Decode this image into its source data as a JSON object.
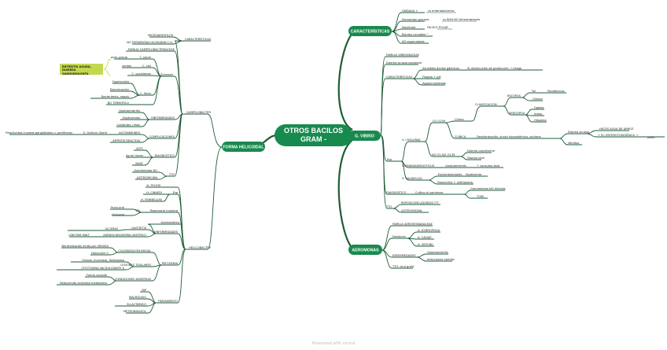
{
  "center": "OTROS BACILOS GRAM -",
  "branches": {
    "forma_helicoidal": "FORMA HELICOIDAL",
    "caracteristicas": "CARACTERÍSTICAS",
    "g_vibrio": "G. VIBRIO",
    "aeromonas": "AEROMONAS"
  },
  "note": "ENTERITIS AGUDA, DIARREA SANGUINOLENTA",
  "footer": "Presented with xmind",
  "labels": {
    "car_oxidasa": "OXIDASA +",
    "car_oxidasa_2": "vs enterobacterias",
    "car_fermentan": "Fermentan glucosa",
    "car_fermentan_2": "vs BGN NO fermentadores",
    "car_movilidad": "Movilidad",
    "car_movilidad_2": "FACELO POLAR",
    "car_bacilos": "Bacilos curvados \"",
    "car_no_esp": "NO esporulados",
    "vib_familia": "FAMILIA VIBRIONACEAE",
    "vib_diarrea": "Diarrea acuosa explosiva",
    "vib_caract": "CARACTERÍSTICAS",
    "vib_sensibles": "Sensibles ácidos gástricos",
    "vib_disminucion": "Si disminución de producción → riesgo",
    "vib_flagelo": "Flagelo + pili",
    "vib_agua": "Agua/crustáceos",
    "vib_biotipos": "BIOTIPOS",
    "vib_toxi": "Toi",
    "vib_pandemicos": "Pandémicos",
    "vib_clasico": "Clásico",
    "vib_clasificacion": "CLASIFICACIÓN",
    "vib_ogawa": "Ogawa",
    "vib_serotipos": "SEROTIPOS",
    "vib_inaba": "Inaba",
    "vib_hikojima": "Hikojima",
    "vib_o1": "O1 O139",
    "vib_colera": "Cólera",
    "vib_cholerae": "V. CHOLERAE",
    "vib_clinica": "CLÍNICA",
    "vib_deshid": "Deshidratación, shock hipovolémico, acidosis",
    "vib_diarrea_arroz": "Diarrea acuosa",
    "vib_heces": "HECES AGUA DE ARROZ",
    "vib_ecenterotox": "+ EC ENTEROTOXIGÉNICA →",
    "vib_amps": "AMPs",
    "vib_vomitos": "Vómitos",
    "vib_no_o1": "NO O1 NO O139",
    "vib_diarrea_coleriforme": "Diarrea coleriforme",
    "vib_diarrea_leve": "Diarrea leve",
    "vib_esp": "Esp",
    "vib_parahaem": "V. PARAHAEMOLYTICUS",
    "vib_gastroent": "Gastroenteritis",
    "vib_mariscos": "↑ consumo Asia",
    "vib_vulnificus": "V. VULNIFICUS",
    "vib_extraint": "Extraintestinales",
    "vib_septicemia": "Septicemia",
    "vib_doxi": "Doxiciclina + ceftriaxona",
    "vib_diagnostico": "DIAGNÓSTICO",
    "vib_cultivo": "Cultivo al comienzo",
    "vib_carmeleiras": "Cárrmeleiras NO diluidas",
    "vib_tcbs": "TCBS",
    "vib_tto": "TTO",
    "vib_reposicion": "REPOSICIÓN LÍQUIDOS ???",
    "vib_azitro": "AZITROMICINA",
    "aer_familia": "FAMILIA AEROMONADACEAE",
    "aer_destacan": "Destacan",
    "aer_hydrophila": "A. HYDROPHILA",
    "aer_caviae": "A. CAVIAE",
    "aer_veronii": "A. VERONII",
    "aer_enfermedades": "ENFERMEDADES",
    "aer_gastro": "Gastroenteritis",
    "aer_infecc": "Infecciones heridas",
    "aer_tto": "TTO: ocnl grata",
    "cam_microaerofilos": "MICROAERÓFILOS",
    "cam_no_ferm": "NO FERMENTAN HC/OXIDAN C.H.",
    "cam_caracteristicas": "CARACTERÍSTICAS",
    "cam_familia": "FAMILIA CAMPYLOBACTERIACEAE",
    "cam_aves": "aves granja",
    "cam_jejuni": "C. jejuni",
    "cam_cerdos": "cerdos",
    "cam_coli": "C. coli",
    "cam_upsaliensis": "C. upsaliensis",
    "cam_zoonosis": "Zoonosis",
    "cam_oportunista": "Oportunista",
    "cam_diseminacion": "Diseminación",
    "cam_fetus": "C. fetus",
    "cam_bacteriemia": "Bacteriemia, sepsis",
    "cam_termofilo": "NO TERMÓFILO",
    "cam_gastroent": "Gastroenteritis",
    "cam_septicemias": "Septicemias",
    "cam_enfermedades": "ENFERMEDADES",
    "cam_lactantes": "Lactantes, niños",
    "cam_autoinmunes": "AUTOINMUNES",
    "cam_complicaciones": "COMPLICACIONES",
    "cam_reactividad": "Reactividad cruzada gangliósidos n. periféricos",
    "cam_guillain": "S. Guillain- Barré",
    "cam_artritis": "ARTRITIS REACTIVA",
    "cam_campylobacter": "CAMPYLOBACTER",
    "cam_42": "42ºC",
    "cam_diagnostico": "DIAGNÓSTICO",
    "cam_ag_heces": "Ag en heces",
    "cam_naat": "NAAT",
    "cam_autolimitada": "Autolimitada NO",
    "cam_tto": "TTO",
    "cam_azitro": "AZITROMICINA",
    "hel_pylori": "H. PYLORI",
    "hel_cinaedi": "H. CINAEDI",
    "hel_esp": "Esp",
    "hel_fennelliae": "H. FENNELLIAE",
    "hel_fecal": "Fecal-oral",
    "hel_oral": "Oral-oral",
    "hel_via": "VÍA",
    "hel_reservorio": "Reservorio humano",
    "hel_asint": "Asintomática",
    "hel_ulceras": "ÚLCERAS",
    "hel_gastritis": "GASTRITIS",
    "hel_enfermedades": "ENFERMEDADES",
    "hel_linfoma": "LINFOMA MALT",
    "hel_adeno": "ADENOCARCINOMA GÁSTRICO",
    "hel_helicobacter": "HELICOBACTER",
    "hel_neutral": "Neutralización ácido por UREASA",
    "hel_colonizacion": "COLONIZACIÓN INICIAL",
    "hel_deteccion": "Detección O",
    "hel_patogenia": "PATOGENIA",
    "hel_ureasa": "Ureasa, mucinasa, fosfolipasa",
    "hel_lesiones": "LESIONES TISULARES",
    "hel_citotoxina": "CITOTOXINA VACUOLIZANTE A",
    "hel_forma_cocoide": "Forma cocoide",
    "hel_condiciones": "CONDICIONES ADVERSAS",
    "hel_reduc": "Reduciendo actividad metabólica",
    "hel_ibp": "IBP",
    "hel_macrolido": "MACRÓLIDO",
    "hel_tratamiento": "TRATAMIENTO",
    "hel_blactam": "B-LACTÁMICO",
    "hel_metro": "METRONIDAZOL"
  }
}
